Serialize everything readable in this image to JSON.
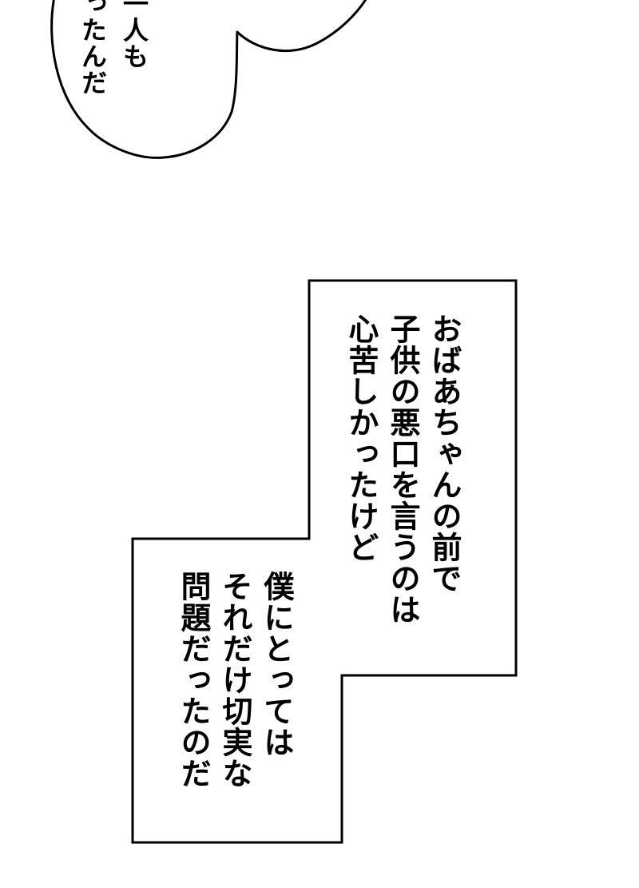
{
  "speech_bubble": {
    "text": "一人も\nったんだ"
  },
  "narration_box_top": {
    "text": "おばあちゃんの前で\n子供の悪口を言うのは\n心苦しかったけど"
  },
  "narration_box_bottom": {
    "text": "僕にとっては\nそれだけ切実な\n問題だったのだ"
  },
  "colors": {
    "ink": "#000000",
    "paper": "#ffffff"
  }
}
